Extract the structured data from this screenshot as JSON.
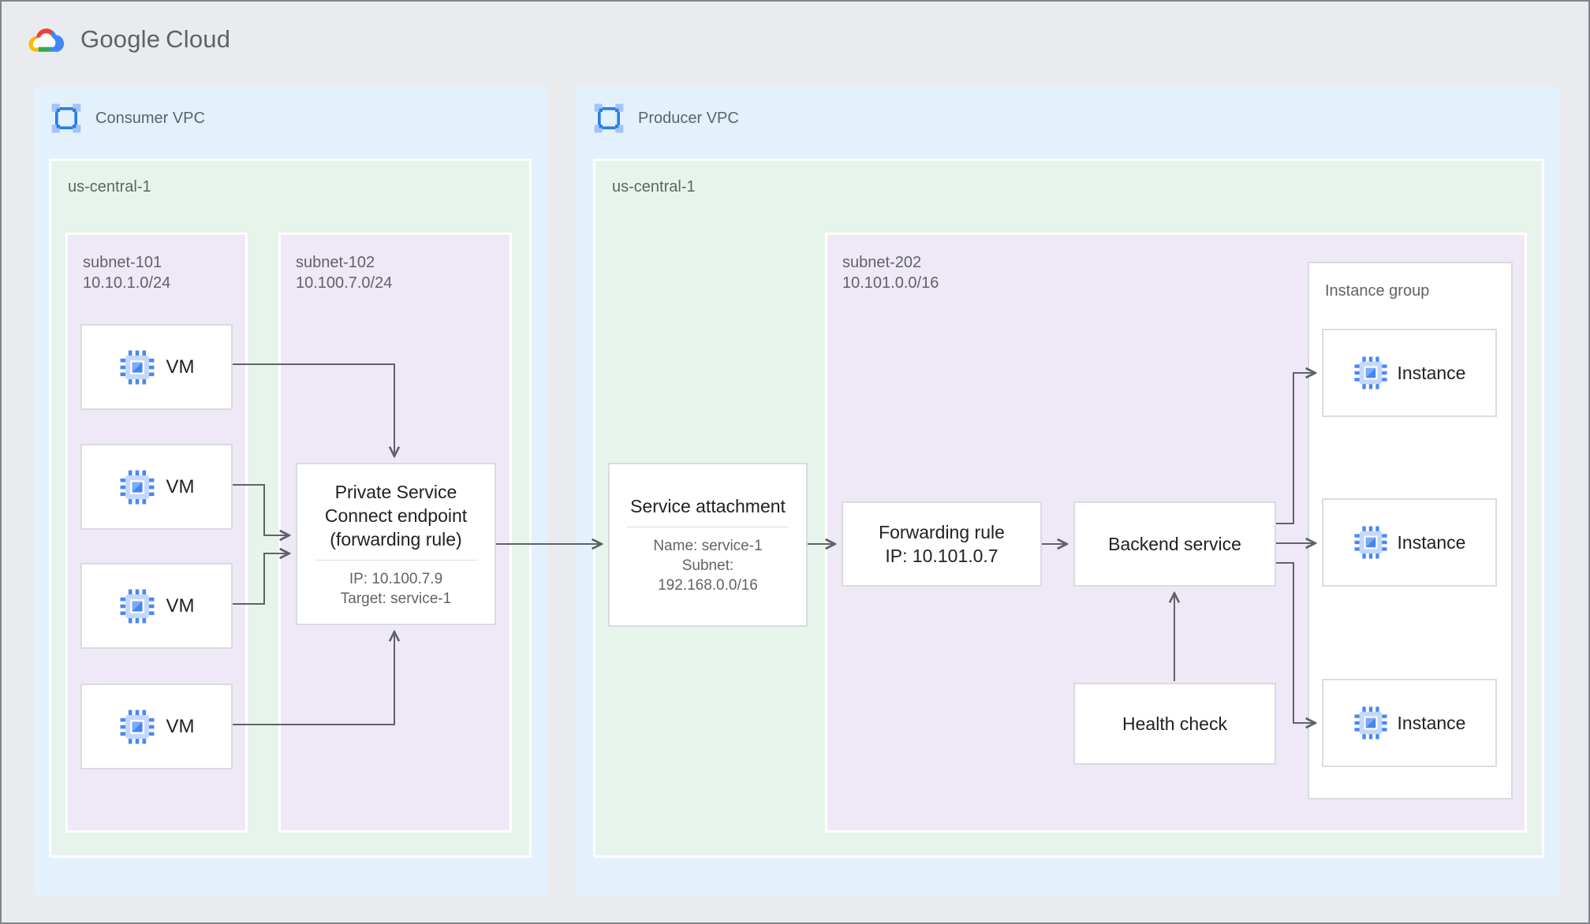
{
  "brand": {
    "google": "Google",
    "cloud": "Cloud"
  },
  "consumer_vpc": {
    "label": "Consumer VPC",
    "region_label": "us-central-1",
    "subnet_101": {
      "name": "subnet-101",
      "cidr": "10.10.1.0/24"
    },
    "subnet_102": {
      "name": "subnet-102",
      "cidr": "10.100.7.0/24"
    },
    "vms": [
      {
        "label": "VM"
      },
      {
        "label": "VM"
      },
      {
        "label": "VM"
      },
      {
        "label": "VM"
      }
    ],
    "psc_endpoint": {
      "title": "Private Service Connect endpoint (forwarding rule)",
      "ip_line": "IP: 10.100.7.9",
      "target_line": "Target: service-1"
    }
  },
  "producer_vpc": {
    "label": "Producer VPC",
    "region_label": "us-central-1",
    "service_attachment": {
      "title": "Service attachment",
      "lines": [
        "Name: service-1",
        "Subnet:",
        "192.168.0.0/16"
      ]
    },
    "subnet_202": {
      "name": "subnet-202",
      "cidr": "10.101.0.0/16"
    },
    "forwarding_rule": {
      "line1": "Forwarding rule",
      "line2": "IP: 10.101.0.7"
    },
    "backend_service": {
      "title": "Backend service"
    },
    "health_check": {
      "title": "Health check"
    },
    "instance_group": {
      "label": "Instance group",
      "instances": [
        {
          "label": "Instance"
        },
        {
          "label": "Instance"
        },
        {
          "label": "Instance"
        }
      ]
    }
  },
  "colors": {
    "brand_blue": "#4285F4",
    "brand_red": "#EA4335",
    "brand_yellow": "#FBBC04",
    "brand_green": "#34A853",
    "vpc_bg": "#E2F1FC",
    "region_bg": "#E7F4EB",
    "subnet_bg": "#EFE8F7",
    "node_border": "#DADCE0",
    "arrow": "#5F6368",
    "text_primary": "#202124",
    "text_secondary": "#5F6368",
    "icon_light_blue": "#AECBFA",
    "icon_blue": "#4285F4"
  }
}
